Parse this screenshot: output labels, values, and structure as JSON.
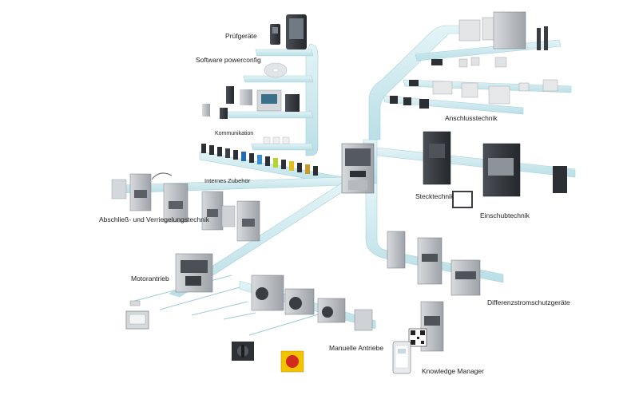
{
  "labels": {
    "pruefgeraete": "Prüfgeräte",
    "software": "Software powerconfig",
    "kommunikation": "Kommunikation",
    "internes_zubehoer": "Internes Zubehör",
    "abschliess": "Abschließ- und Verriegelungstechnik",
    "motorantrieb": "Motorantrieb",
    "manuelle_antriebe": "Manuelle Antriebe",
    "anschlusstechnik": "Anschlusstechnik",
    "stecktechnik": "Stecktechnik",
    "einschubtechnik": "Einschubtechnik",
    "differenzstrom": "Differenzstromschutzgeräte",
    "knowledge_manager": "Knowledge Manager"
  },
  "colors": {
    "rail": "#cfe9ee",
    "rail_edge": "#a9d3db",
    "device_dark": "#3c4046",
    "device_light": "#c9ccd0",
    "label": "#222222",
    "knob_red": "#d22a1e",
    "knob_yellow": "#f2c400"
  }
}
